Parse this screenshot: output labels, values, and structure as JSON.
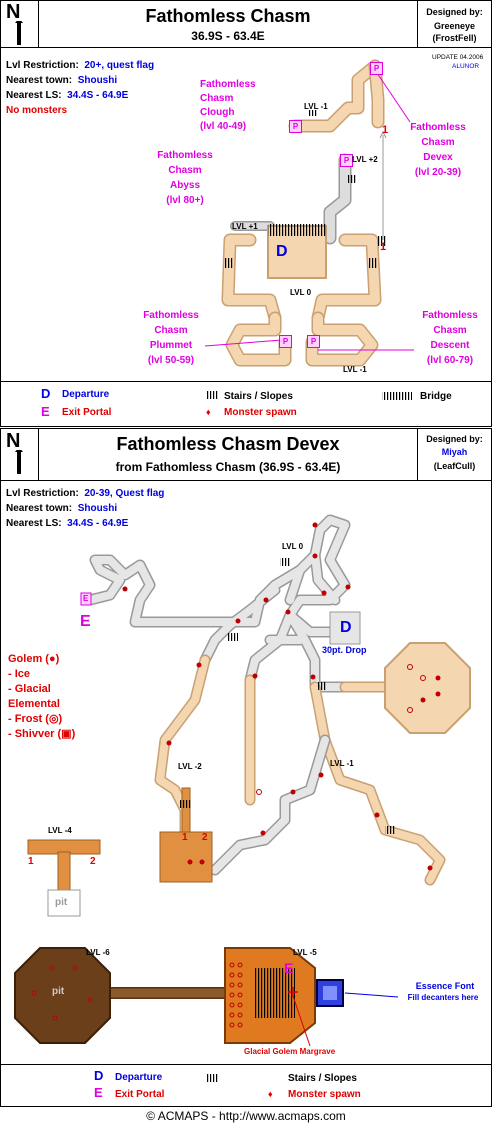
{
  "map1": {
    "title": "Fathomless Chasm",
    "coords": "36.9S - 63.4E",
    "designer_label": "Designed by:",
    "designer_name": "Greeneye",
    "designer_alt": "(FrostFell)",
    "update": "UPDATE 04.2006",
    "update_by": "ALUNOR",
    "info": {
      "lvl_label": "Lvl Restriction:",
      "lvl_value": "20+, quest flag",
      "town_label": "Nearest town:",
      "town_value": "Shoushi",
      "ls_label": "Nearest LS:",
      "ls_value": "34.4S - 64.9E",
      "note": "No monsters"
    },
    "portals": {
      "clough": [
        "Fathomless",
        "Chasm",
        "Clough",
        "(lvl 40-49)"
      ],
      "abyss": [
        "Fathomless",
        "Chasm",
        "Abyss",
        "(lvl 80+)"
      ],
      "devex": [
        "Fathomless",
        "Chasm",
        "Devex",
        "(lvl 20-39)"
      ],
      "plummet": [
        "Fathomless",
        "Chasm",
        "Plummet",
        "(lvl 50-59)"
      ],
      "descent": [
        "Fathomless",
        "Chasm",
        "Descent",
        "(lvl 60-79)"
      ]
    },
    "levels": {
      "m1_top": "LVL -1",
      "p2": "LVL +2",
      "p1": "LVL +1",
      "zero": "LVL 0",
      "m1_bottom": "LVL -1"
    },
    "markers": {
      "portal": "P",
      "depart": "D",
      "one": "1"
    },
    "legend": {
      "departure_glyph": "D",
      "departure": "Departure",
      "exit_glyph": "E",
      "exit": "Exit Portal",
      "stairs": "Stairs / Slopes",
      "spawn_glyph": "♦",
      "spawn": "Monster spawn",
      "bridge": "Bridge"
    }
  },
  "map2": {
    "title": "Fathomless Chasm Devex",
    "subtitle": "from Fathomless Chasm (36.9S - 63.4E)",
    "designer_label": "Designed by:",
    "designer_name": "Miyah",
    "designer_alt": "(LeafCull)",
    "info": {
      "lvl_label": "Lvl Restriction:",
      "lvl_value": "20-39, Quest flag",
      "town_label": "Nearest town:",
      "town_value": "Shoushi",
      "ls_label": "Nearest LS:",
      "ls_value": "34.4S - 64.9E"
    },
    "monsters": [
      "Golem (●)",
      "- Ice",
      "- Glacial",
      "Elemental",
      "- Frost (◎)",
      "- Shivver (▣)"
    ],
    "levels": {
      "zero": "LVL 0",
      "m1": "LVL -1",
      "m2": "LVL -2",
      "m4": "LVL -4",
      "m5": "LVL -5",
      "m6": "LVL -6"
    },
    "drop": "30pt. Drop",
    "pit": "pit",
    "markers": {
      "depart": "D",
      "exit": "E",
      "one": "1",
      "two": "2"
    },
    "essence_font": "Essence Font",
    "essence_note": "Fill decanters here",
    "boss": "Glacial Golem Margrave",
    "legend": {
      "departure_glyph": "D",
      "departure": "Departure",
      "exit_glyph": "E",
      "exit": "Exit Portal",
      "stairs": "Stairs / Slopes",
      "spawn_glyph": "♦",
      "spawn": "Monster spawn"
    }
  },
  "footer": "© ACMAPS - http://www.acmaps.com"
}
